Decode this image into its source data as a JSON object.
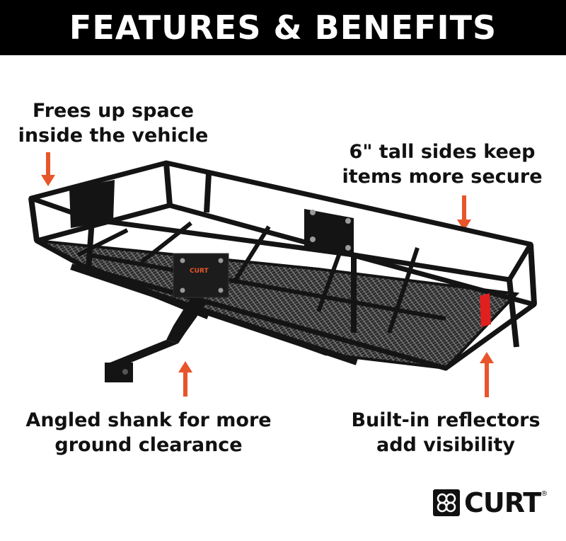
{
  "header": {
    "title": "FEATURES & BENEFITS"
  },
  "callouts": [
    {
      "id": "space",
      "lines": [
        "Frees up space",
        "inside the vehicle"
      ]
    },
    {
      "id": "sides",
      "lines": [
        "6\" tall sides keep",
        "items more secure"
      ]
    },
    {
      "id": "shank",
      "lines": [
        "Angled shank for more",
        "ground clearance"
      ]
    },
    {
      "id": "reflectors",
      "lines": [
        "Built-in reflectors",
        "add visibility"
      ]
    }
  ],
  "product": {
    "plate_brand": "CURT"
  },
  "brand": {
    "name": "CURT",
    "mark": "®"
  },
  "colors": {
    "header_bg": "#000000",
    "header_text": "#ffffff",
    "arrow": "#e8552a",
    "reflector": "#e0201f",
    "carrier": "#141414"
  }
}
